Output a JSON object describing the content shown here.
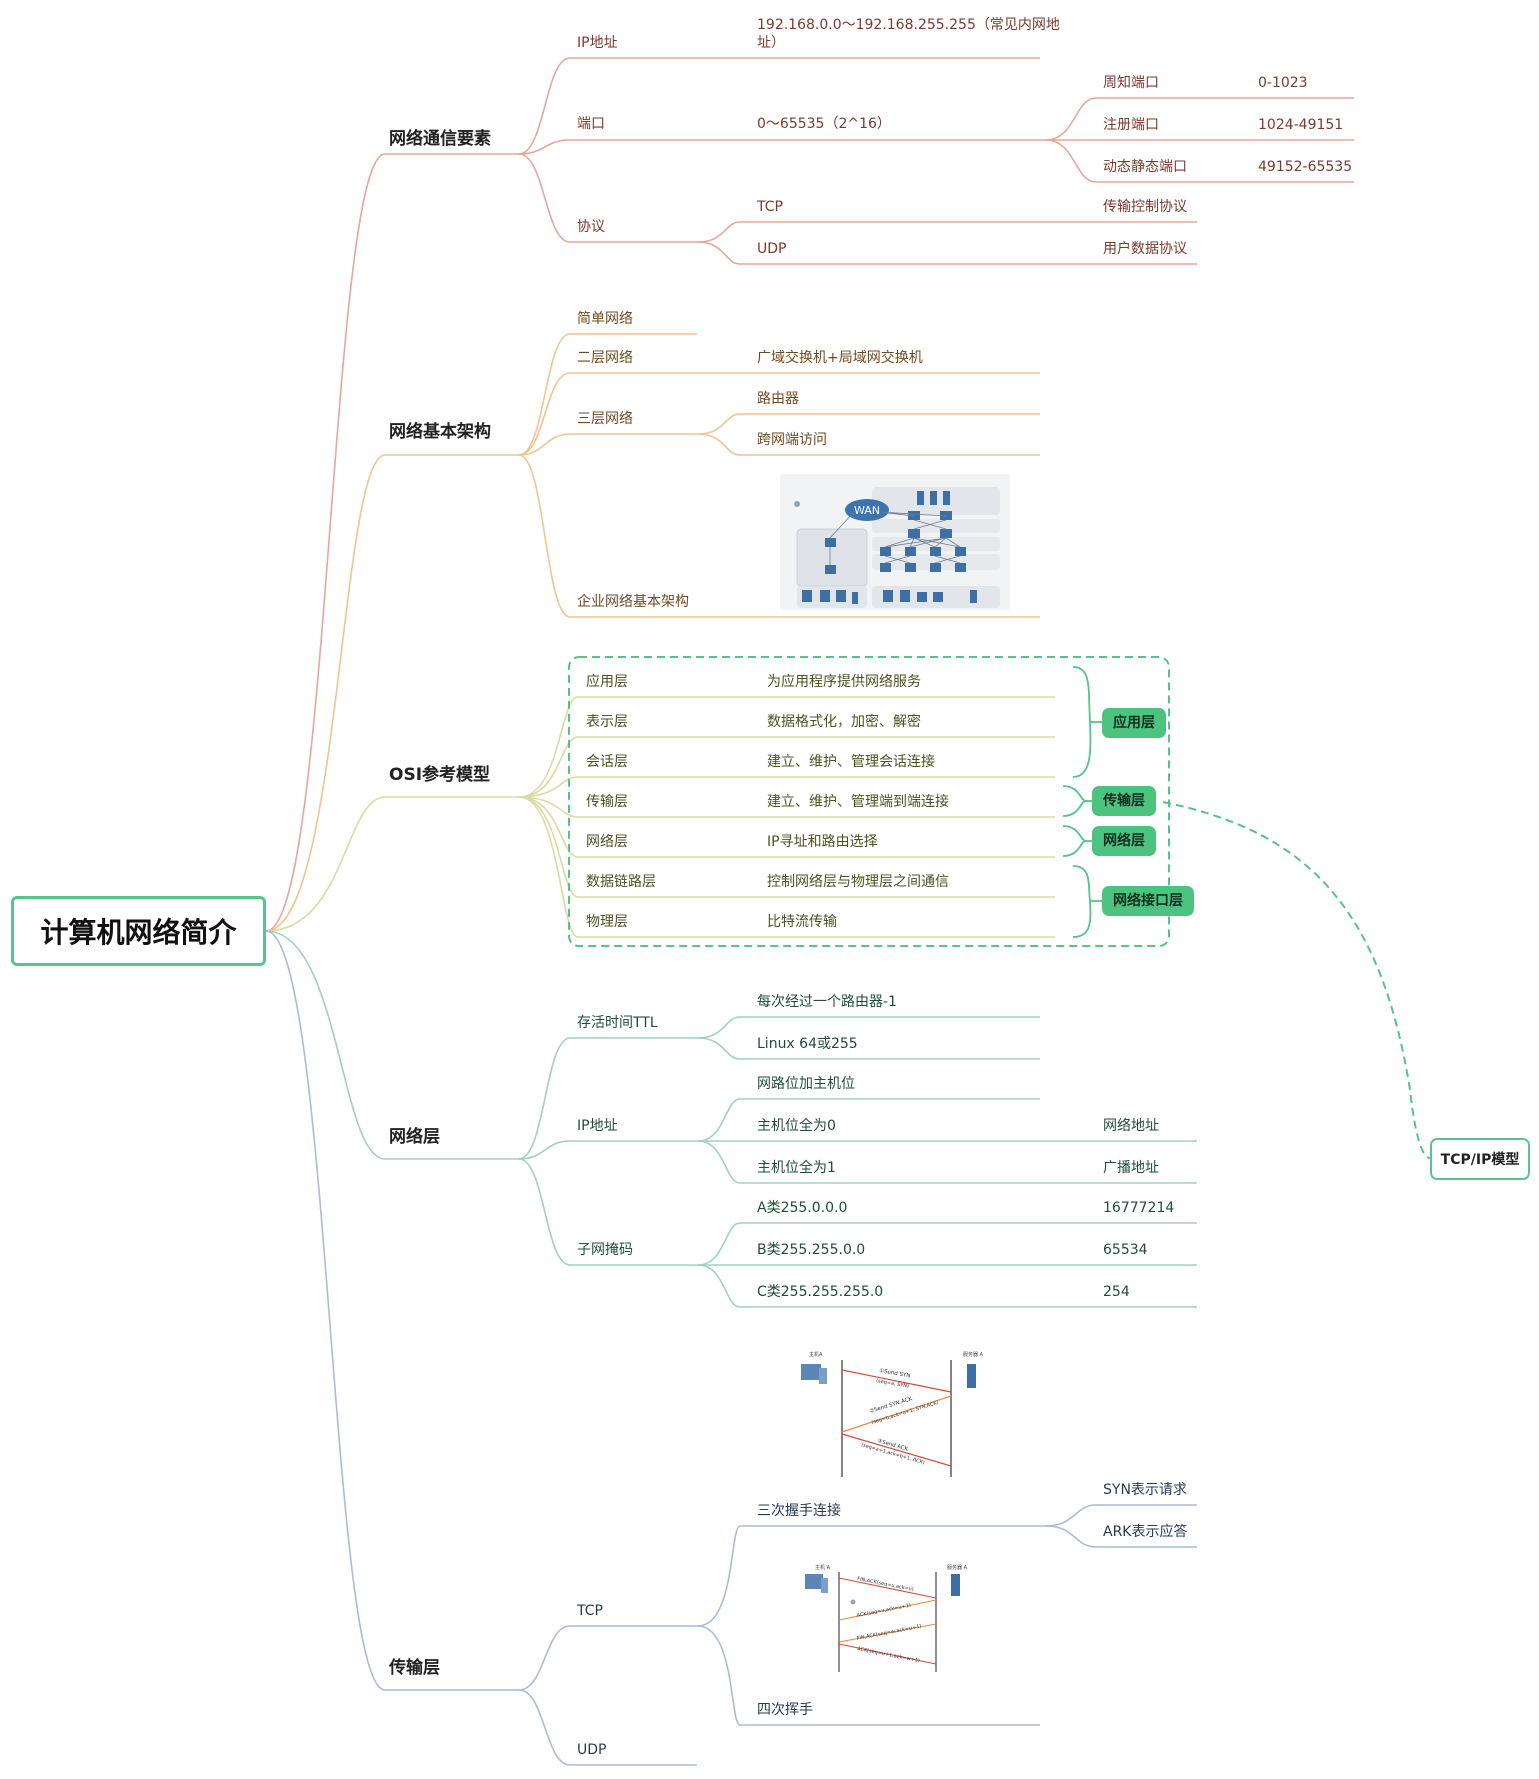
{
  "root": {
    "title": "计算机网络简介"
  },
  "tcpip_label": "TCP/IP模型",
  "colors": {
    "branch1": "#e8a69a",
    "branch2": "#f2c394",
    "branch3": "#d8dca2",
    "branch4": "#9fd2bd",
    "branch5": "#a9bcd8",
    "accent": "#4cc47f"
  },
  "sec1": {
    "title": "网络通信要素",
    "ip": {
      "label": "IP地址",
      "value_line1": "192.168.0.0～192.168.255.255（常见内网地",
      "value_line2": "址）"
    },
    "port": {
      "label": "端口",
      "value": "0～65535（2^16）",
      "ranges": [
        {
          "name": "周知端口",
          "value": "0-1023"
        },
        {
          "name": "注册端口",
          "value": "1024-49151"
        },
        {
          "name": "动态静态端口",
          "value": "49152-65535"
        }
      ]
    },
    "protocol": {
      "label": "协议",
      "items": [
        {
          "name": "TCP",
          "desc": "传输控制协议"
        },
        {
          "name": "UDP",
          "desc": "用户数据协议"
        }
      ]
    }
  },
  "sec2": {
    "title": "网络基本架构",
    "simple": "简单网络",
    "layer2": {
      "label": "二层网络",
      "value": "广域交换机+局域网交换机"
    },
    "layer3": {
      "label": "三层网络",
      "items": [
        "路由器",
        "跨网端访问"
      ]
    },
    "enterprise": {
      "label": "企业网络基本架构",
      "wan": "WAN"
    }
  },
  "sec3": {
    "title": "OSI参考模型",
    "layers": [
      {
        "name": "应用层",
        "desc": "为应用程序提供网络服务"
      },
      {
        "name": "表示层",
        "desc": "数据格式化，加密、解密"
      },
      {
        "name": "会话层",
        "desc": "建立、维护、管理会话连接"
      },
      {
        "name": "传输层",
        "desc": "建立、维护、管理端到端连接"
      },
      {
        "name": "网络层",
        "desc": "IP寻址和路由选择"
      },
      {
        "name": "数据链路层",
        "desc": "控制网络层与物理层之间通信"
      },
      {
        "name": "物理层",
        "desc": "比特流传输"
      }
    ],
    "groups": [
      "应用层",
      "传输层",
      "网络层",
      "网络接口层"
    ]
  },
  "sec4": {
    "title": "网络层",
    "ttl": {
      "label": "存活时间TTL",
      "items": [
        "每次经过一个路由器-1",
        "Linux 64或255"
      ]
    },
    "ip": {
      "label": "IP地址",
      "items": [
        {
          "name": "网路位加主机位",
          "desc": ""
        },
        {
          "name": "主机位全为0",
          "desc": "网络地址"
        },
        {
          "name": "主机位全为1",
          "desc": "广播地址"
        }
      ]
    },
    "mask": {
      "label": "子网掩码",
      "items": [
        {
          "name": "A类255.0.0.0",
          "desc": "16777214"
        },
        {
          "name": "B类255.255.0.0",
          "desc": "65534"
        },
        {
          "name": "C类255.255.255.0",
          "desc": "254"
        }
      ]
    }
  },
  "sec5": {
    "title": "传输层",
    "tcp": {
      "label": "TCP",
      "handshake": {
        "label": "三次握手连接",
        "items": [
          "SYN表示请求",
          "ARK表示应答"
        ],
        "steps": [
          "①Send SYN",
          "(seq=a, SYN)",
          "②Send SYN,ACK",
          "(seq=b,ack=a+1, SYN,ACK)",
          "③Send ACK",
          "(seq=a+1,ack=b+1, ACK)"
        ],
        "host": "主机A",
        "server": "服务器 A"
      },
      "wave": {
        "label": "四次挥手",
        "steps": [
          "FIN,ACK(seq=u,ack=v)",
          "ACK(seq=v,ack=u+1)",
          "FIN,ACK(seq=w,ack=u+1)",
          "ACK(seq=u+1,ack=w+1)"
        ],
        "host": "主机 A",
        "server": "服务器 A"
      }
    },
    "udp": "UDP"
  }
}
